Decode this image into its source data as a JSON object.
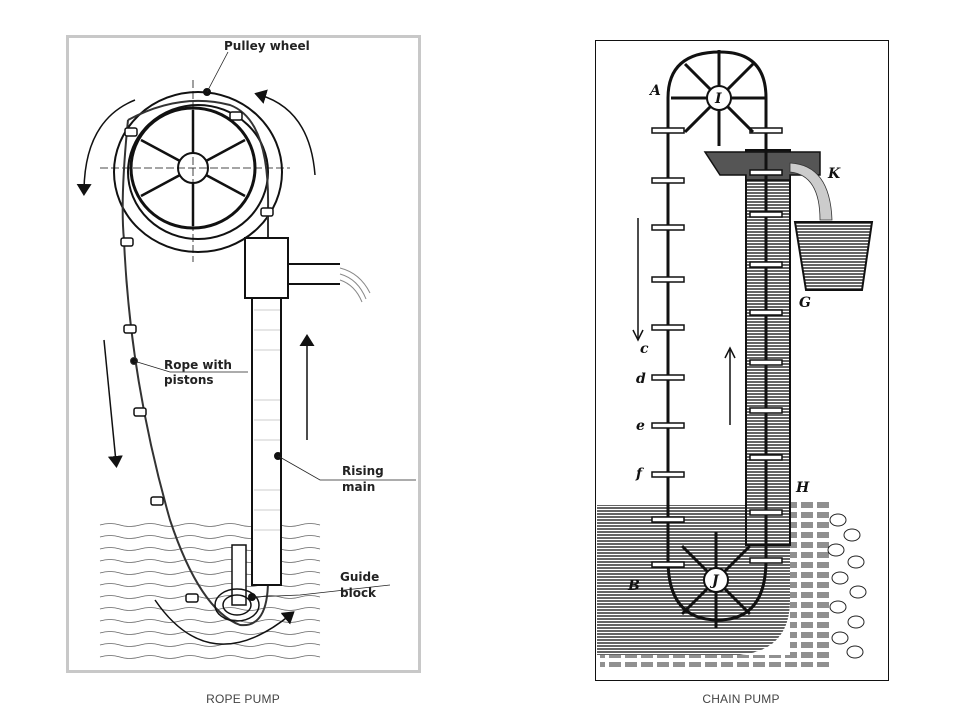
{
  "rope_pump": {
    "caption": "ROPE PUMP",
    "labels": {
      "pulley_wheel": "Pulley wheel",
      "rope_line1": "Rope with",
      "rope_line2": "pistons",
      "rising_line1": "Rising",
      "rising_line2": "main",
      "guide_line1": "Guide",
      "guide_line2": "block"
    }
  },
  "chain_pump": {
    "caption": "CHAIN PUMP",
    "letters": {
      "A": "A",
      "I": "I",
      "K": "K",
      "G": "G",
      "c": "c",
      "d": "d",
      "e": "e",
      "f": "f",
      "H": "H",
      "B": "B",
      "J": "J"
    }
  }
}
